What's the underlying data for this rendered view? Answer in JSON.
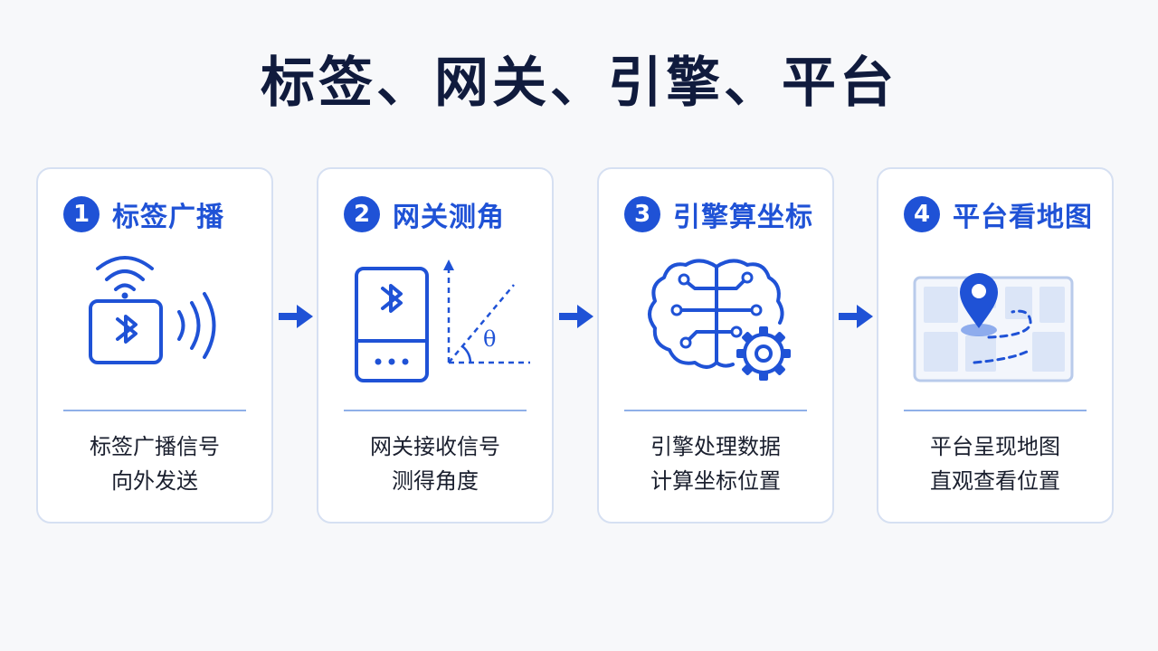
{
  "title": "标签、网关、引擎、平台",
  "steps": [
    {
      "num": "1",
      "title": "标签广播",
      "desc_line1": "标签广播信号",
      "desc_line2": "向外发送",
      "icon": "bluetooth-tag-broadcast-icon"
    },
    {
      "num": "2",
      "title": "网关测角",
      "desc_line1": "网关接收信号",
      "desc_line2": "测得角度",
      "icon": "gateway-angle-icon",
      "angle_symbol": "θ"
    },
    {
      "num": "3",
      "title": "引擎算坐标",
      "desc_line1": "引擎处理数据",
      "desc_line2": "计算坐标位置",
      "icon": "brain-gear-icon"
    },
    {
      "num": "4",
      "title": "平台看地图",
      "desc_line1": "平台呈现地图",
      "desc_line2": "直观查看位置",
      "icon": "map-pin-icon"
    }
  ],
  "colors": {
    "accent": "#1f52d6",
    "title": "#101b3d",
    "card_border": "#d6e0f2",
    "divider": "#8fb0e8",
    "map_block": "#dbe5f7"
  }
}
